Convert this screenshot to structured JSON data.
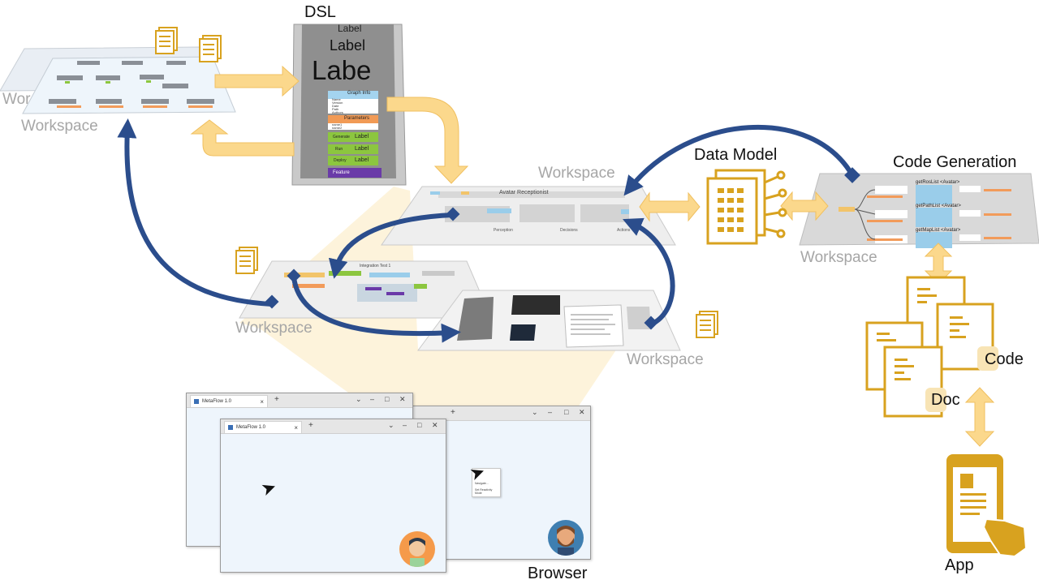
{
  "labels": {
    "dsl": "DSL",
    "data_model": "Data Model",
    "code_generation": "Code Generation",
    "workspace": "Workspace",
    "workspace_partial": "Wor",
    "code": "Code",
    "doc": "Doc",
    "app": "App",
    "browser": "Browser"
  },
  "dsl_panel": {
    "big_labels": [
      "Label",
      "Label",
      "Labe"
    ],
    "graph_info": "Graph Info",
    "graph_fields": [
      "Name",
      "Version",
      "Date",
      "Path",
      "Authors"
    ],
    "parameters": "Parameters",
    "param_fields": [
      "name1",
      "name2"
    ],
    "buttons": [
      "Generate",
      "Run",
      "Deploy"
    ],
    "button_label": "Label",
    "feature": "Feature"
  },
  "workspace_center": {
    "title": "Avatar Receptionist",
    "columns": [
      "Perception",
      "Decisions",
      "Actions"
    ]
  },
  "workspace_left": {
    "title": "Integration Test 1"
  },
  "code_generation_panel": {
    "functions": [
      "getRosList <Avatar>",
      "getPathList <Avatar>",
      "getMapList <Avatar>"
    ]
  },
  "browser_windows": {
    "tab_title": "MetaFlow 1.0",
    "context_menu": [
      "Navigate...",
      "Set Reactivity Mode"
    ]
  },
  "colors": {
    "gold": "#d8a21f",
    "light_orange": "#fbd88c",
    "navy": "#2b4d8c",
    "label_gray": "#a6a6a6",
    "fan_shade": "#fdf2d7"
  }
}
